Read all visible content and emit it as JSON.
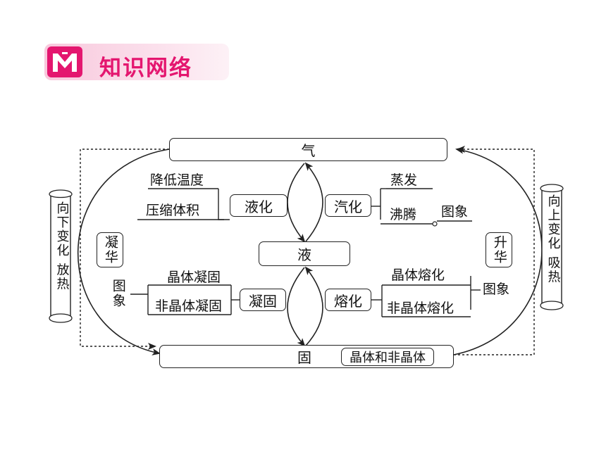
{
  "header": {
    "title": "知识网络",
    "badge_icon": "m-logo-icon",
    "accent": "#e4166f"
  },
  "states": {
    "gas": "气",
    "liquid": "液",
    "solid": "固"
  },
  "processes": {
    "liquefaction": "液化",
    "vaporization": "汽化",
    "solidification": "凝固",
    "melting": "熔化",
    "deposition": "凝华",
    "sublimation": "升华"
  },
  "methods": {
    "lower_temp": "降低温度",
    "compress_volume": "压缩体积",
    "evaporation": "蒸发",
    "boiling": "沸腾",
    "boiling_graph": "图象",
    "crystal_solidify": "晶体凝固",
    "noncrystal_solidify": "非晶体凝固",
    "solidify_graph": "图象",
    "crystal_melt": "晶体熔化",
    "noncrystal_melt": "非晶体熔化",
    "melt_graph": "图象",
    "crystal_and_noncrystal": "晶体和非晶体"
  },
  "scrolls": {
    "left": "向下变化 放热",
    "right": "向上变化 吸热"
  }
}
